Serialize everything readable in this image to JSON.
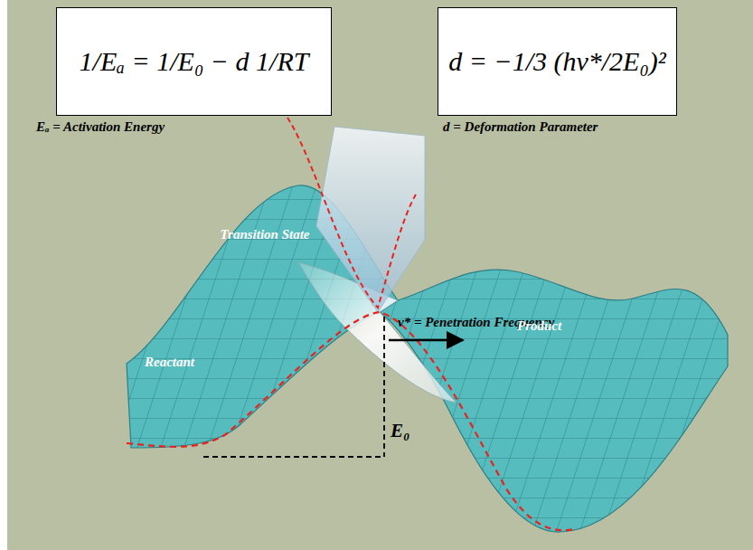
{
  "diagram": {
    "nodes": [
      {
        "text": [
          "1/Eₐ = 1/E₀ − d 1/RT"
        ]
      },
      {
        "text": [
          "d = −1/3 (hν*/2E₀)²"
        ]
      }
    ],
    "labels": [
      "Eₐ = Activation Energy",
      "d = Deformation Parameter",
      "Transition State",
      "ν* = Penetration Frequency",
      "Reactant",
      "Product",
      "E₀"
    ]
  }
}
